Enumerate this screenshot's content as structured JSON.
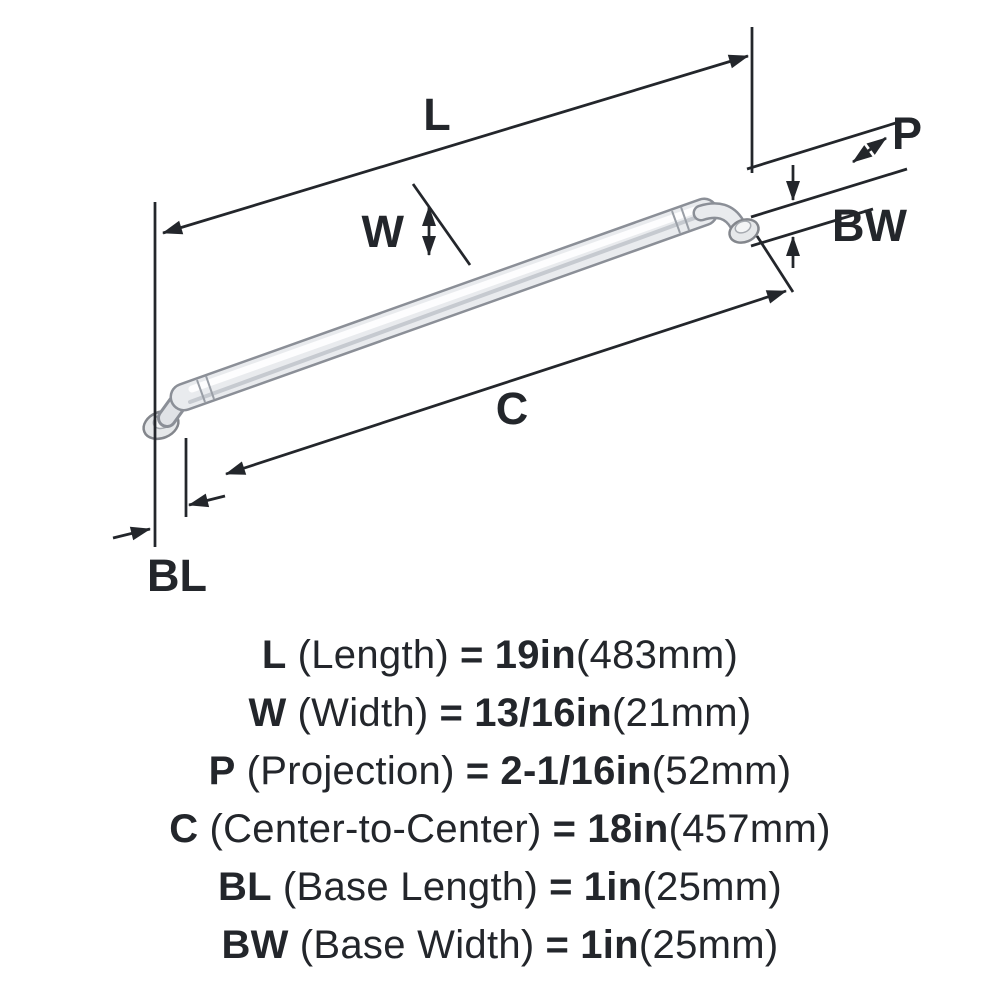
{
  "colors": {
    "background": "#ffffff",
    "line": "#23262b",
    "text": "#23262b",
    "metal_body": "#e9ebee",
    "metal_edge": "#8b8f97",
    "metal_highlight": "#ffffff"
  },
  "diagram": {
    "labels": {
      "l": "L",
      "w": "W",
      "p": "P",
      "bw": "BW",
      "c": "C",
      "bl": "BL"
    }
  },
  "specs": [
    {
      "code": "L",
      "name": "(Length)",
      "eq": "=",
      "value": "19in",
      "metric": "(483mm)"
    },
    {
      "code": "W",
      "name": "(Width)",
      "eq": "=",
      "value": "13/16in",
      "metric": "(21mm)"
    },
    {
      "code": "P",
      "name": "(Projection)",
      "eq": "=",
      "value": "2-1/16in",
      "metric": "(52mm)"
    },
    {
      "code": "C",
      "name": "(Center-to-Center)",
      "eq": "=",
      "value": "18in",
      "metric": "(457mm)"
    },
    {
      "code": "BL",
      "name": "(Base Length)",
      "eq": "=",
      "value": "1in",
      "metric": "(25mm)"
    },
    {
      "code": "BW",
      "name": "(Base Width)",
      "eq": "=",
      "value": "1in",
      "metric": "(25mm)"
    }
  ]
}
